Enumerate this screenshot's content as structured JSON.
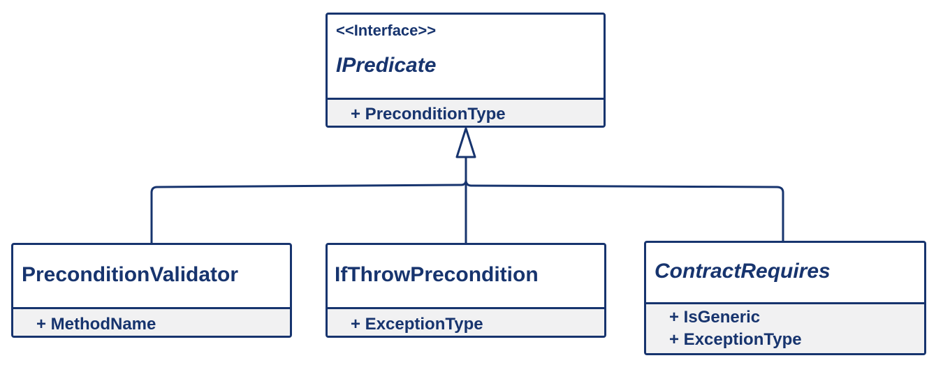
{
  "interface": {
    "stereotype": "<<Interface>>",
    "name": "IPredicate",
    "attributes": [
      "+ PreconditionType"
    ]
  },
  "classes": [
    {
      "name": "PreconditionValidator",
      "attributes": [
        "+ MethodName"
      ]
    },
    {
      "name": "IfThrowPrecondition",
      "attributes": [
        "+ ExceptionType"
      ]
    },
    {
      "name": "ContractRequires",
      "attributes": [
        "+ IsGeneric",
        "+ ExceptionType"
      ]
    }
  ],
  "colors": {
    "stroke": "#17346e",
    "attribute_fill": "#f1f1f2"
  }
}
